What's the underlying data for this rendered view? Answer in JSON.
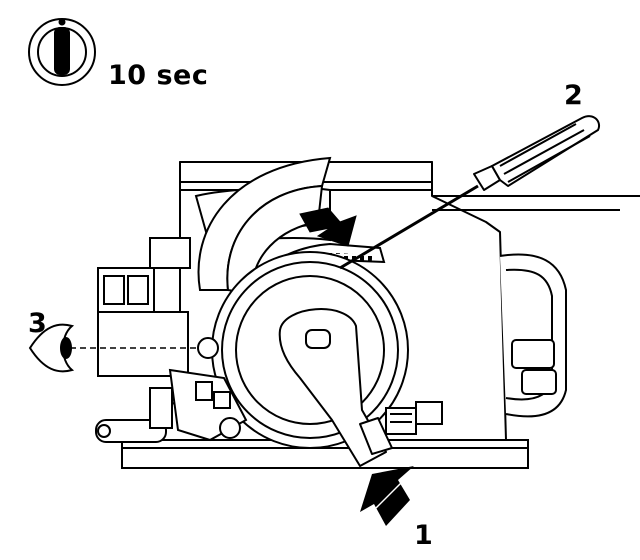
{
  "ignition": {
    "icon": "ignition-key-icon",
    "duration_label": "10 sec"
  },
  "callouts": [
    {
      "number": "1",
      "meaning": "arrow-push-direction"
    },
    {
      "number": "2",
      "meaning": "screwdriver"
    },
    {
      "number": "3",
      "meaning": "eye-sight-line"
    }
  ],
  "colors": {
    "ink": "#000000",
    "paper": "#ffffff"
  }
}
